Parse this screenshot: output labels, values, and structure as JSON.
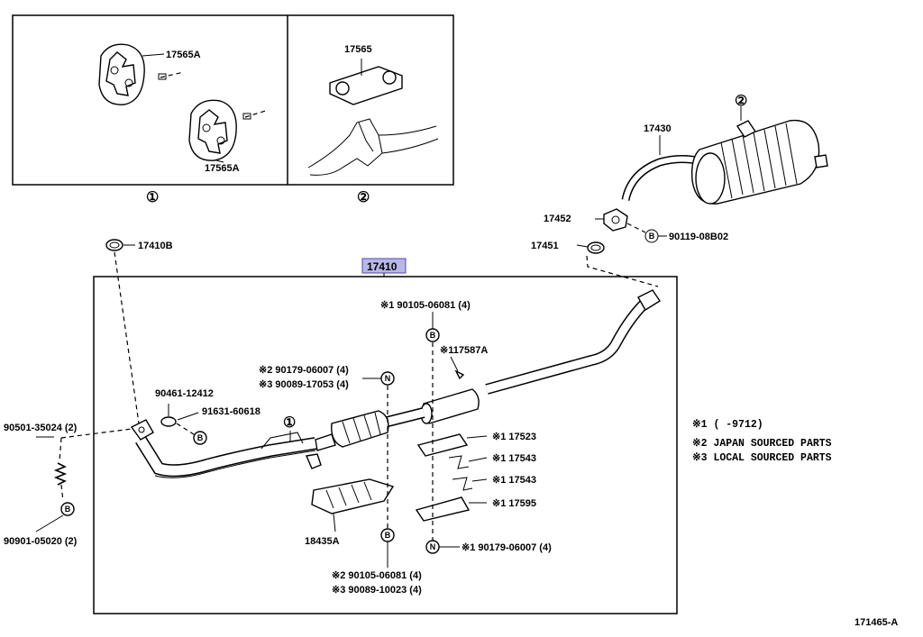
{
  "inset_1": {
    "marker": "①",
    "labels": [
      "17565A",
      "17565A"
    ]
  },
  "inset_2": {
    "marker": "②",
    "labels": [
      "17565"
    ]
  },
  "main_assembly": {
    "label": "17410"
  },
  "parts": {
    "p17430": "17430",
    "p17452": "17452",
    "p17451": "17451",
    "p90119": "90119-08B02",
    "p17410B": "17410B",
    "p90501": "90501-35024 (2)",
    "p90901": "90901-05020 (2)",
    "p90461": "90461-12412",
    "p91631": "91631-60618",
    "p18435A": "18435A",
    "p17587A": "※117587A",
    "p17523": "※1 17523",
    "p17543a": "※1 17543",
    "p17543b": "※1 17543",
    "p17595": "※1 17595",
    "p90105top": "※1 90105-06081 (4)",
    "p90179_2": "※2  90179-06007 (4)",
    "p90089_3": "※3  90089-17053 (4)",
    "p90179_bottom": "※1  90179-06007 (4)",
    "p90105_2": "※2  90105-06081 (4)",
    "p90089_3b": "※3  90089-10023 (4)"
  },
  "markers": {
    "circle_1_main": "①",
    "circle_2_muffler": "②",
    "letter_B": "B",
    "letter_N": "N"
  },
  "legend": {
    "line1": "※1 (      -9712)",
    "line2": "※2 JAPAN SOURCED PARTS",
    "line3": "※3 LOCAL SOURCED PARTS"
  },
  "figure_id": "171465-A",
  "colors": {
    "highlight": "#b8b8e6",
    "ink": "#000000"
  }
}
